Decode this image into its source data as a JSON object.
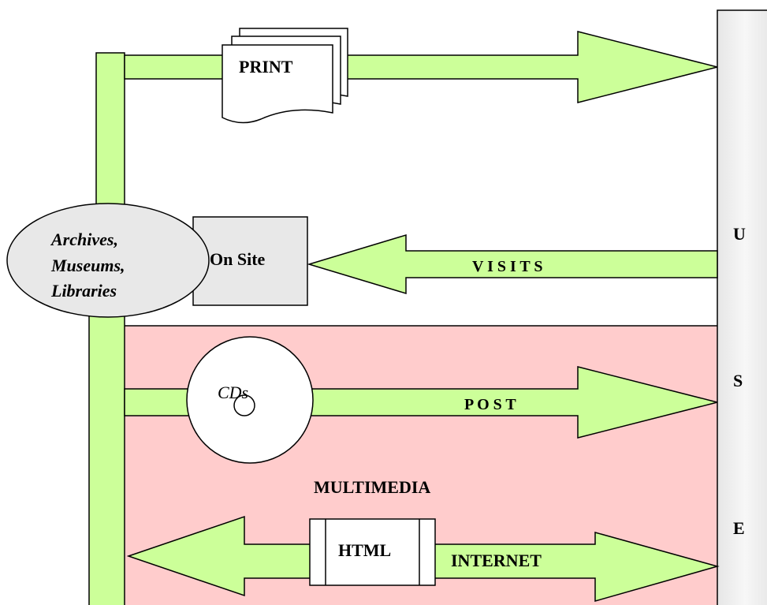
{
  "labels": {
    "print": "PRINT",
    "source_line1": "Archives,",
    "source_line2": "Museums,",
    "source_line3": "Libraries",
    "on_site": "On Site",
    "visits": "V I S I T S",
    "cds": "CDs",
    "post": "P O S T",
    "multimedia": "MULTIMEDIA",
    "html": "HTML",
    "internet": "INTERNET",
    "use_u": "U",
    "use_s": "S",
    "use_e": "E"
  },
  "colors": {
    "arrow_fill": "#ccff99",
    "multimedia_fill": "#ffcccc",
    "shape_gray": "#e8e8e8",
    "use_panel": "#eeeeee",
    "stroke": "#000000"
  }
}
